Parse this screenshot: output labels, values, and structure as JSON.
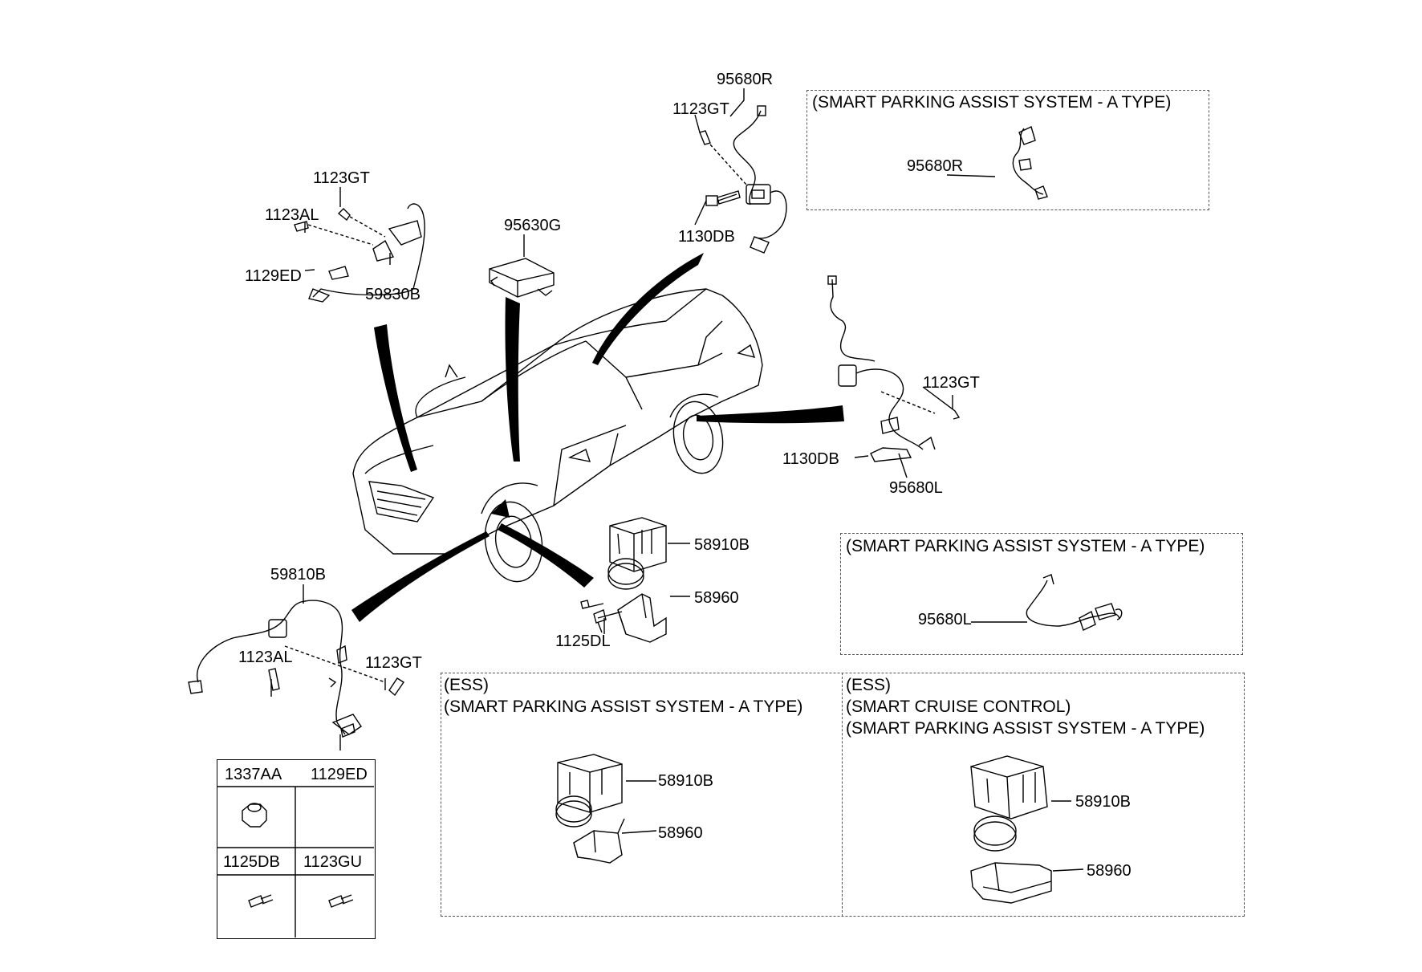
{
  "labels": {
    "p95680R_top": "95680R",
    "p1123GT_top": "1123GT",
    "p1130DB_top": "1130DB",
    "p1123GT_lf": "1123GT",
    "p1123AL_lf": "1123AL",
    "p1129ED_lf": "1129ED",
    "p59830B": "59830B",
    "p95630G": "95630G",
    "p1123GT_rr": "1123GT",
    "p1130DB_rr": "1130DB",
    "p95680L": "95680L",
    "p58910B": "58910B",
    "p58960": "58960",
    "p1125DL": "1125DL",
    "p59810B": "59810B",
    "p1123AL_rf": "1123AL",
    "p1123GT_rf": "1123GT",
    "p1129ED_rf": "1129ED"
  },
  "boxes": {
    "spas_r": {
      "title": "(SMART PARKING ASSIST SYSTEM - A TYPE)",
      "part": "95680R"
    },
    "spas_l": {
      "title": "(SMART PARKING ASSIST SYSTEM - A TYPE)",
      "part": "95680L"
    },
    "ess_spas": {
      "line1": "(ESS)",
      "line2": "(SMART PARKING ASSIST SYSTEM - A TYPE)",
      "part_hecu": "58910B",
      "part_bracket": "58960"
    },
    "ess_scc_spas": {
      "line1": "(ESS)",
      "line2": "(SMART CRUISE CONTROL)",
      "line3": "(SMART PARKING ASSIST SYSTEM - A TYPE)",
      "part_hecu": "58910B",
      "part_bracket": "58960"
    }
  },
  "fastener_table": {
    "cell1": "1337AA",
    "cell2": "1125DB",
    "cell3": "1123GU"
  }
}
